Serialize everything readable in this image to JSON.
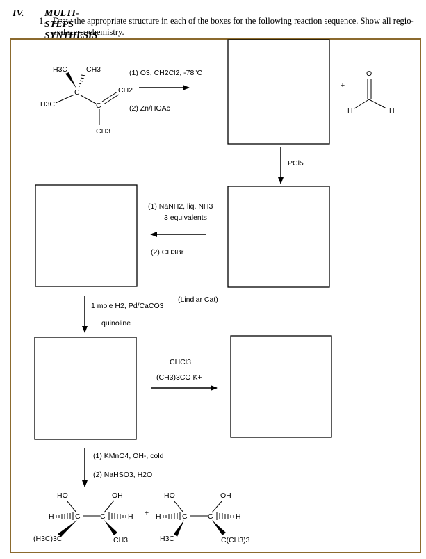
{
  "problem": {
    "roman_numeral": "IV.",
    "title": "MULTI-STEPS SYNTHESIS",
    "number": "1.",
    "instruction": "Draw the appropriate structure in each of the boxes for the following reaction sequence. Show all regio- and stereochemistry."
  },
  "start_material": {
    "labels": [
      "H3C",
      "CH3",
      "H3C",
      "C",
      "C",
      "CH2",
      "CH3"
    ]
  },
  "step1": {
    "line1": "(1) O3, CH2Cl2, -78°C",
    "line2": "(2) Zn/HOAc"
  },
  "coproduct": {
    "plus": "+",
    "o": "O",
    "h_left": "H",
    "h_right": "H"
  },
  "step2": {
    "reagent": "PCl5"
  },
  "step3": {
    "line1": "(1) NaNH2, liq. NH3",
    "line2": "3 equivalents",
    "line3": "(2) CH3Br"
  },
  "step4": {
    "line1": "1 mole  H2, Pd/CaCO3",
    "note": "(Lindlar Cat)",
    "line2": "quinoline"
  },
  "step5": {
    "line1": "CHCl3",
    "line2": "(CH3)3CO K+"
  },
  "step6": {
    "line1": "(1) KMnO4, OH-, cold",
    "line2": "(2) NaHSO3, H2O"
  },
  "products": {
    "left": {
      "ho": "HO",
      "oh": "OH",
      "h_left": "H",
      "c1": "C",
      "c2": "C",
      "h_right": "H",
      "sub_left": "(H3C)3C",
      "sub_right": "CH3"
    },
    "plus": "+",
    "right": {
      "ho": "HO",
      "oh": "OH",
      "h_left": "H",
      "c1": "C",
      "c2": "C",
      "h_right": "H",
      "sub_left": "H3C",
      "sub_right": "C(CH3)3"
    }
  }
}
